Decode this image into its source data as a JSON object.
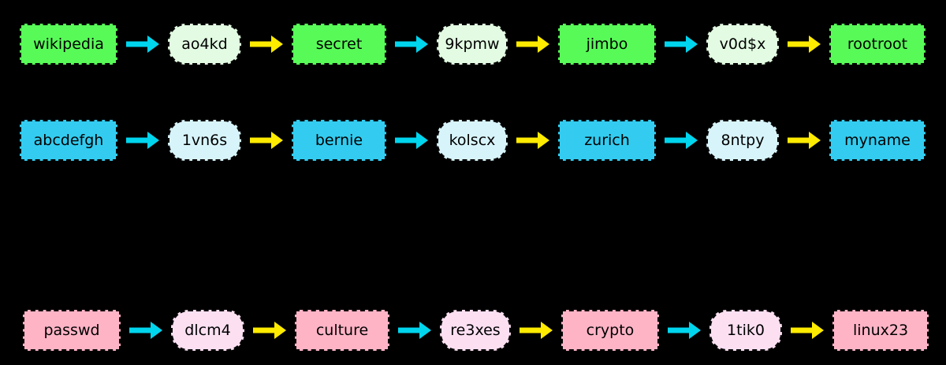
{
  "page": {
    "background": "#000000"
  },
  "diagram": {
    "type": "rainbow-table-hash-chains",
    "arrow_colors": {
      "hash_arrow": "#00D5EE",
      "reduce_arrow": "#FFEB00"
    },
    "rows": [
      {
        "name": "chain-green",
        "rect_fill": "#58FA58",
        "rounded_fill": "#E2FBE2",
        "nodes": [
          {
            "label": "wikipedia",
            "shape": "rect"
          },
          {
            "label": "ao4kd",
            "shape": "rounded"
          },
          {
            "label": "secret",
            "shape": "rect"
          },
          {
            "label": "9kpmw",
            "shape": "rounded"
          },
          {
            "label": "jimbo",
            "shape": "rect"
          },
          {
            "label": "v0d$x",
            "shape": "rounded"
          },
          {
            "label": "rootroot",
            "shape": "rect"
          }
        ]
      },
      {
        "name": "chain-blue",
        "rect_fill": "#33CCF0",
        "rounded_fill": "#D8F4FB",
        "nodes": [
          {
            "label": "abcdefgh",
            "shape": "rect"
          },
          {
            "label": "1vn6s",
            "shape": "rounded"
          },
          {
            "label": "bernie",
            "shape": "rect"
          },
          {
            "label": "kolscx",
            "shape": "rounded"
          },
          {
            "label": "zurich",
            "shape": "rect"
          },
          {
            "label": "8ntpy",
            "shape": "rounded"
          },
          {
            "label": "myname",
            "shape": "rect"
          }
        ]
      },
      {
        "name": "chain-pink",
        "rect_fill": "#FFB4C6",
        "rounded_fill": "#FCE0F2",
        "nodes": [
          {
            "label": "passwd",
            "shape": "rect"
          },
          {
            "label": "dlcm4",
            "shape": "rounded"
          },
          {
            "label": "culture",
            "shape": "rect"
          },
          {
            "label": "re3xes",
            "shape": "rounded"
          },
          {
            "label": "crypto",
            "shape": "rect"
          },
          {
            "label": "1tik0",
            "shape": "rounded"
          },
          {
            "label": "linux23",
            "shape": "rect"
          }
        ]
      }
    ]
  }
}
